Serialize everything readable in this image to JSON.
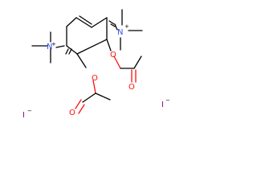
{
  "molecule": {
    "atoms": {
      "n_right": "N",
      "n_left": "N",
      "o_ester_right": "O",
      "o_carbonyl_right": "O",
      "o_ester_left": "O",
      "o_carbonyl_left": "O",
      "iodide_left": "I",
      "iodide_right": "I"
    },
    "charges": {
      "n_right": "+",
      "n_left": "+",
      "iodide_left": "−",
      "iodide_right": "−"
    },
    "colors": {
      "nitrogen": "#3050f8",
      "oxygen": "#ff0d0d",
      "iodine": "#940094",
      "bond": "#000000",
      "background": "#ffffff"
    }
  }
}
